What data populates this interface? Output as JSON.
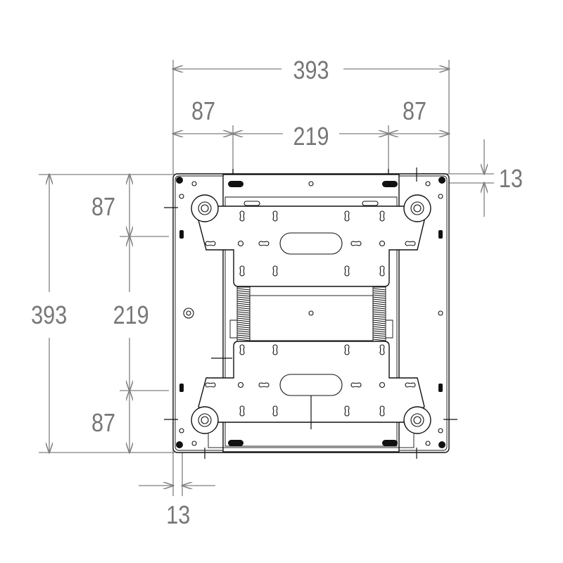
{
  "drawing": {
    "title": "Mounting plate dimension drawing",
    "dimensions": {
      "overall_width": "393",
      "left_offset_width": "87",
      "center_width": "219",
      "right_offset_width": "87",
      "overall_height": "393",
      "top_offset_height": "87",
      "center_height": "219",
      "bottom_offset_height": "87",
      "right_hole_offset": "13",
      "bottom_hole_offset": "13"
    },
    "colors": {
      "dimension": "#808080",
      "part": "#111111"
    }
  }
}
